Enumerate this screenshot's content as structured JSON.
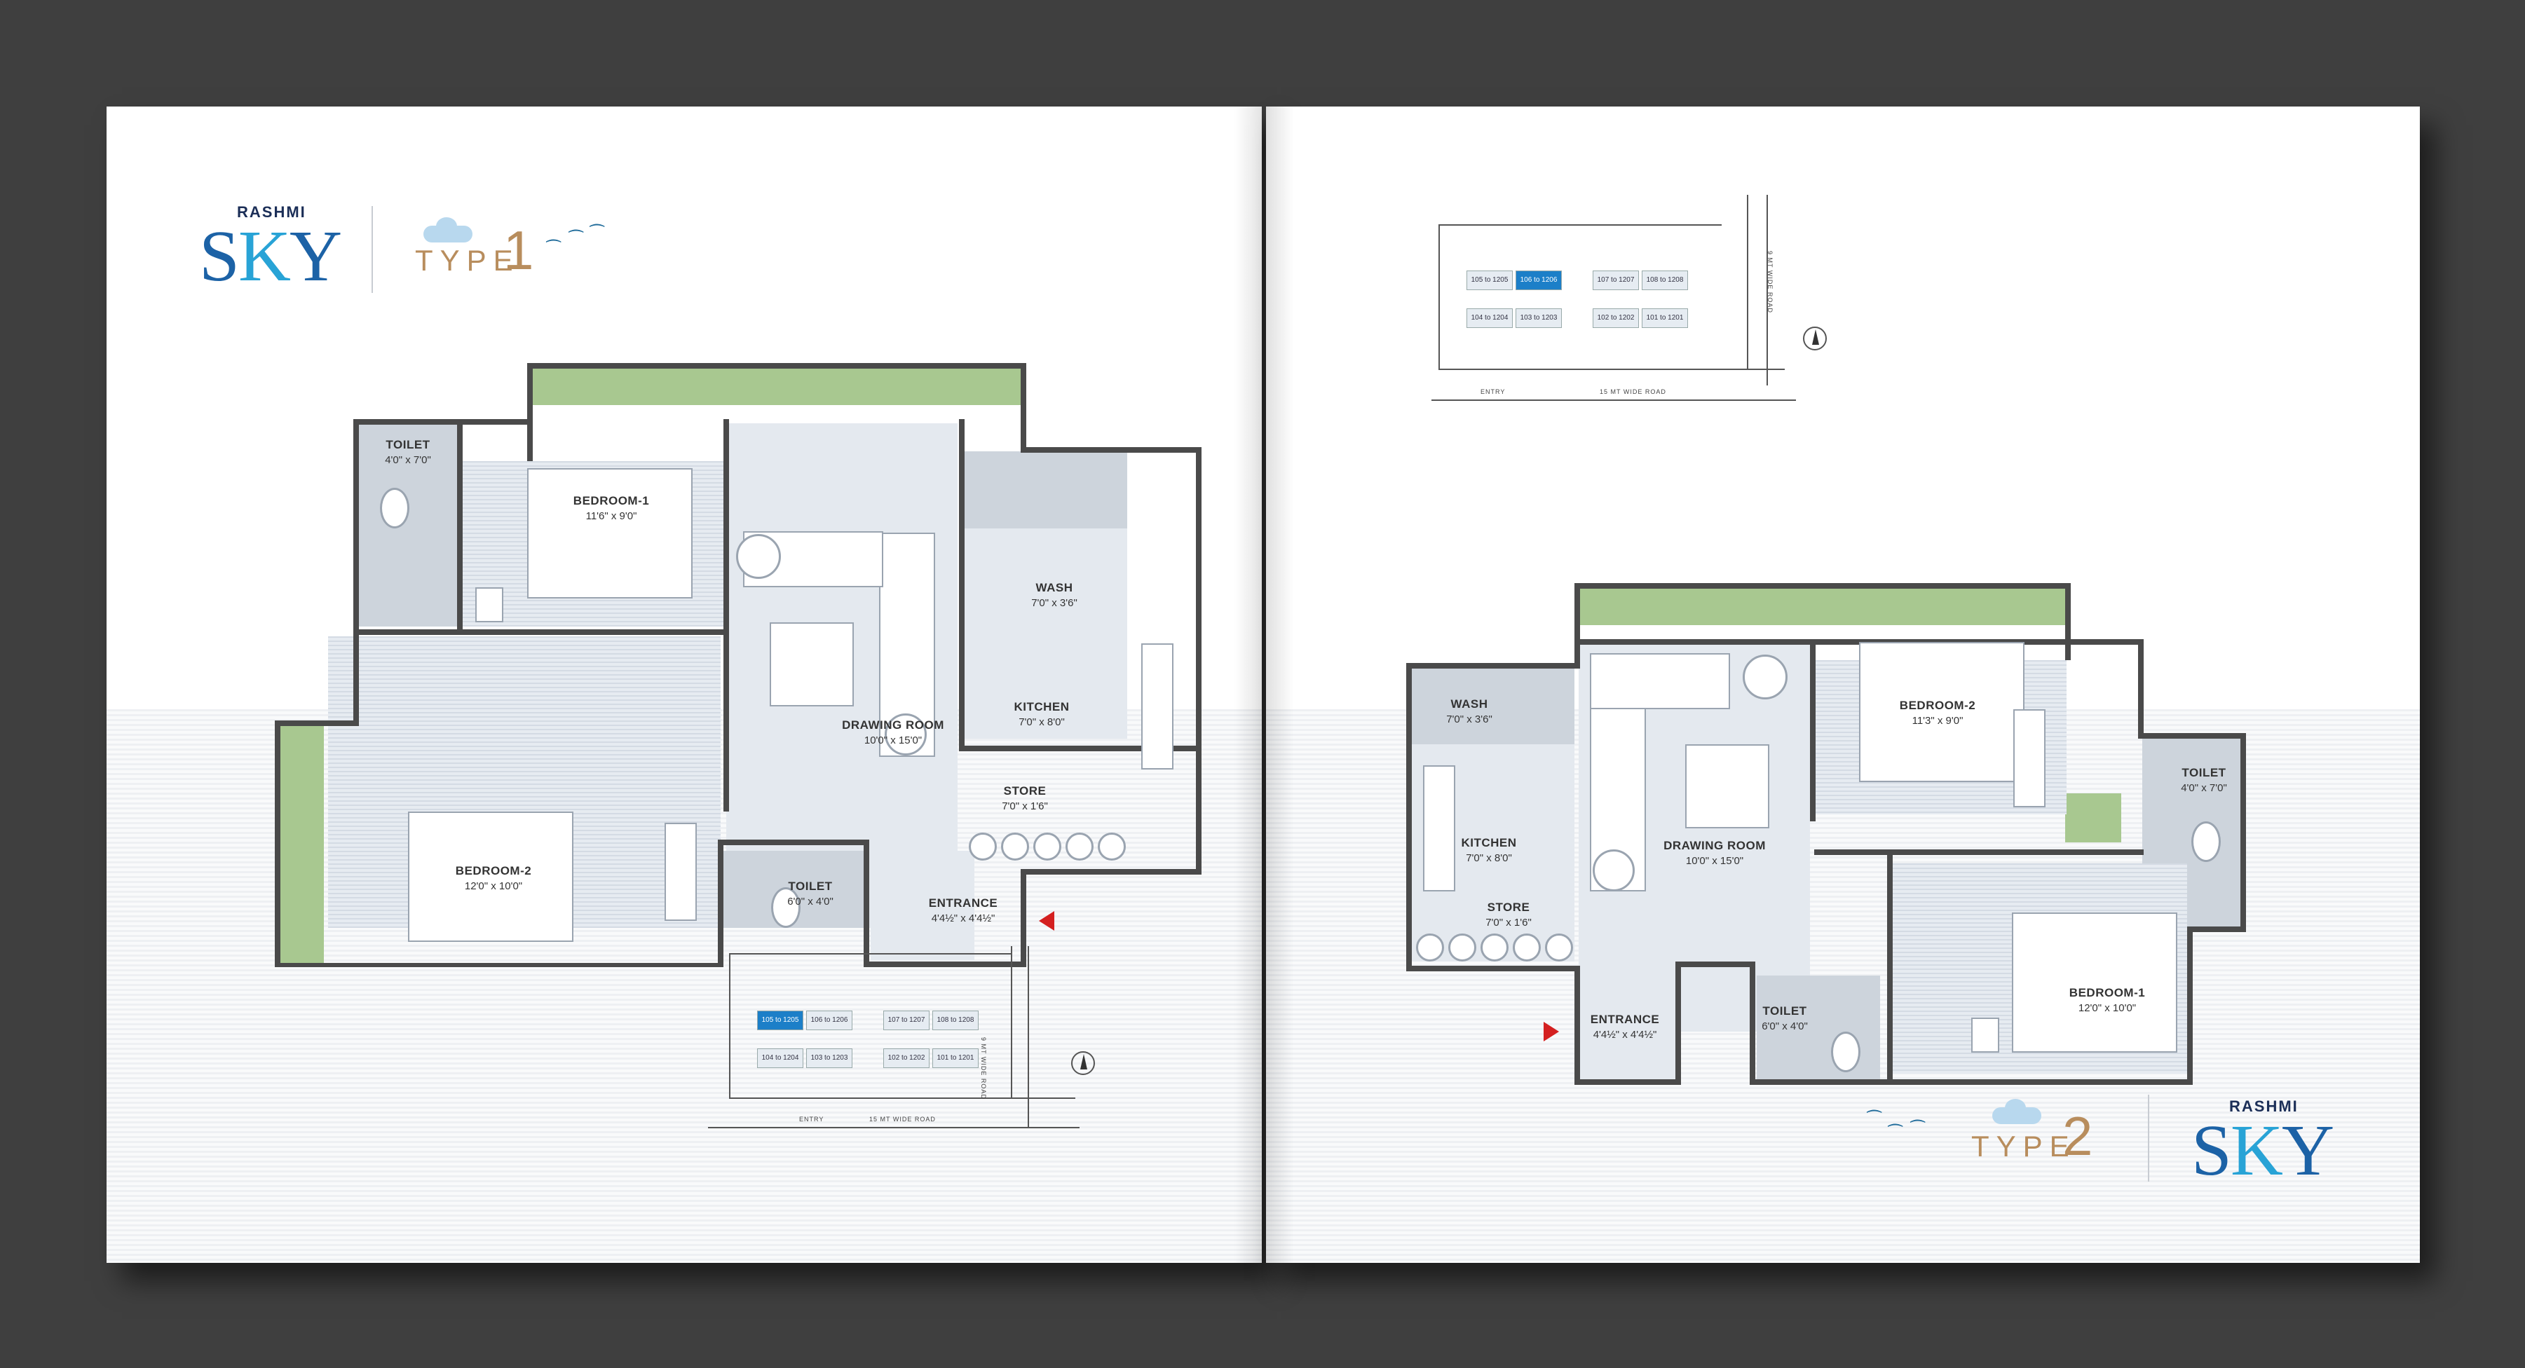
{
  "brand": {
    "sub": "RASHMI",
    "main_s": "S",
    "main_k": "K",
    "main_y": "Y"
  },
  "left": {
    "type_word": "TYPE",
    "type_number": "1",
    "rooms": [
      {
        "name": "TOILET",
        "size": "4'0\" x 7'0\""
      },
      {
        "name": "BEDROOM-1",
        "size": "11'6\" x 9'0\""
      },
      {
        "name": "WASH",
        "size": "7'0\" x 3'6\""
      },
      {
        "name": "KITCHEN",
        "size": "7'0\" x 8'0\""
      },
      {
        "name": "DRAWING ROOM",
        "size": "10'0\" x 15'0\""
      },
      {
        "name": "STORE",
        "size": "7'0\" x 1'6\""
      },
      {
        "name": "BEDROOM-2",
        "size": "12'0\" x 10'0\""
      },
      {
        "name": "TOILET",
        "size": "6'0\" x 4'0\""
      },
      {
        "name": "ENTRANCE",
        "size": "4'4½\" x 4'4½\""
      }
    ],
    "key_plan": {
      "units": [
        "105 to 1205",
        "106 to 1206",
        "107 to 1207",
        "108 to 1208",
        "104 to 1204",
        "103 to 1203",
        "102 to 1202",
        "101 to 1201"
      ],
      "road": "15 MT WIDE ROAD",
      "side_road": "9 MT WIDE ROAD",
      "entry": "ENTRY"
    }
  },
  "right": {
    "type_word": "TYPE",
    "type_number": "2",
    "rooms": [
      {
        "name": "WASH",
        "size": "7'0\" x 3'6\""
      },
      {
        "name": "BEDROOM-2",
        "size": "11'3\" x 9'0\""
      },
      {
        "name": "TOILET",
        "size": "4'0\" x 7'0\""
      },
      {
        "name": "KITCHEN",
        "size": "7'0\" x 8'0\""
      },
      {
        "name": "DRAWING ROOM",
        "size": "10'0\" x 15'0\""
      },
      {
        "name": "STORE",
        "size": "7'0\" x 1'6\""
      },
      {
        "name": "ENTRANCE",
        "size": "4'4½\" x 4'4½\""
      },
      {
        "name": "TOILET",
        "size": "6'0\" x 4'0\""
      },
      {
        "name": "BEDROOM-1",
        "size": "12'0\" x 10'0\""
      }
    ],
    "key_plan": {
      "units": [
        "105 to 1205",
        "106 to 1206",
        "107 to 1207",
        "108 to 1208",
        "104 to 1204",
        "103 to 1203",
        "102 to 1202",
        "101 to 1201"
      ],
      "road": "15 MT WIDE ROAD",
      "side_road": "9 MT WIDE ROAD",
      "entry": "ENTRY"
    }
  },
  "colors": {
    "brand_blue": "#1c62a6",
    "accent_gold": "#b88d5d",
    "highlight_unit": "#1c7fc8",
    "garden": "#a8c890"
  },
  "icons": [
    "cloud-icon",
    "bird-icon",
    "north-arrow-icon",
    "entrance-arrow-icon"
  ]
}
